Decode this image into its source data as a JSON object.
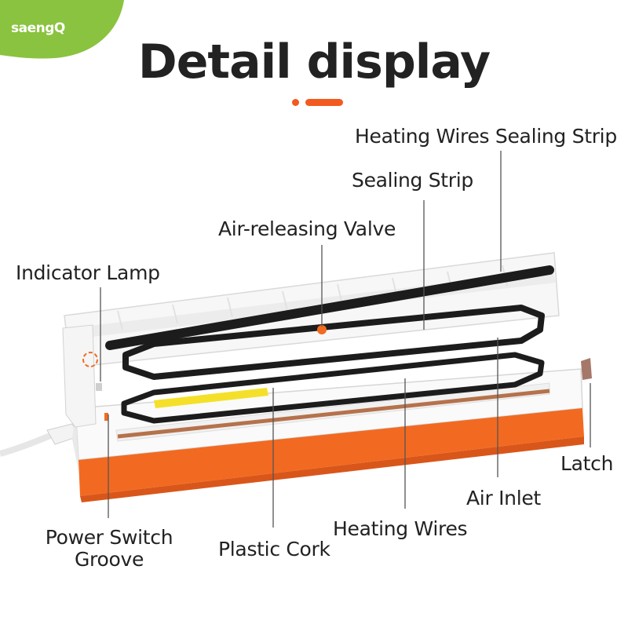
{
  "brand": {
    "logo_text": "saengQ",
    "logo_color": "#8ac33f"
  },
  "header": {
    "title": "Detail display",
    "accent_color": "#f25a1f"
  },
  "labels": {
    "heating_wires_sealing_strip": "Heating Wires Sealing Strip",
    "sealing_strip": "Sealing Strip",
    "air_releasing_valve": "Air-releasing Valve",
    "indicator_lamp": "Indicator Lamp",
    "latch": "Latch",
    "air_inlet": "Air Inlet",
    "heating_wires": "Heating Wires",
    "power_switch_groove_line1": "Power Switch",
    "power_switch_groove_line2": "Groove",
    "plastic_cork": "Plastic Cork"
  },
  "colors": {
    "body_orange": "#f26a21",
    "strip_black": "#1c1c1c",
    "heating_wire": "#b5724b",
    "pad_yellow": "#f4e02a"
  }
}
